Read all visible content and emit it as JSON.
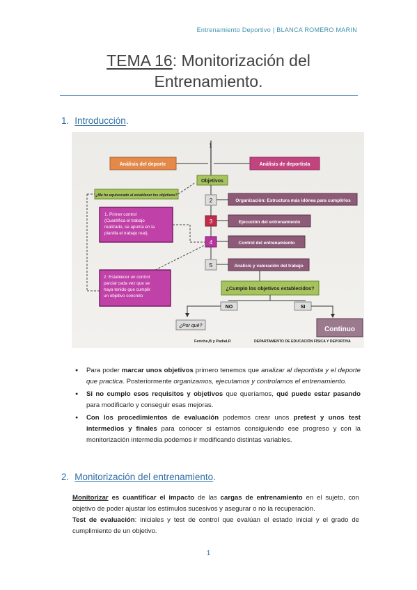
{
  "header": {
    "text": "Entrenamiento Deportivo | BLANCA ROMERO MARIN"
  },
  "title": {
    "part1": "TEMA 16",
    "part2": ": Monitorización del",
    "line2": "Entrenamiento."
  },
  "section1": {
    "number": "1.",
    "title": "Introducción",
    "dot": "."
  },
  "diagram": {
    "analisis_deporte": "Análisis del deporte",
    "analisis_deportista": "Análisis de deportista",
    "step1": "1",
    "objetivos": "Objetivos",
    "equivocado": "¿Me he equivocado al establecer los objetivos?",
    "step2": "2",
    "organizacion": "Organización: Estructura más idónea para cumplirlos",
    "step3": "3",
    "ejecucion": "Ejecución del entrenamiento",
    "step4": "4",
    "control": "Control del entrenamiento",
    "step5": "5",
    "analisis_trabajo": "Análisis y valoración del trabajo",
    "primer_control": [
      "1.    Primer    control",
      "(Cuantifica    el    trabajo",
      "realizado, se apunta en la",
      "planilla el trabajo real)."
    ],
    "establecer": [
      "2.  Establecer  un  control",
      "parcial  cada  vez  que  se",
      "haya   tenido   que   cumplir",
      "un objetivo concreto"
    ],
    "cumplo": "¿Cumplo los objetivos establecidos?",
    "no": "NO",
    "si": "SI",
    "por_que": "¿Por qué?",
    "continuo": "Continuo",
    "credit": "Feriche,B y Padial,P.",
    "department": "DEPARTAMENTO DE EDUCACIÓN FÍSICA Y DEPORTIVA"
  },
  "bullets": {
    "b1": {
      "t1": "Para poder ",
      "t2": "marcar unos objetivos",
      "t3": " primero tenemos que ",
      "t4": "analizar al deportista y el deporte que practica.",
      "t5": "  Posteriormente ",
      "t6": "organizamos, ejecutamos y controlamos el entrenamiento."
    },
    "b2": {
      "t1": "Si no cumplo esos requisitos y objetivos",
      "t2": " que queríamos, ",
      "t3": "qué puede estar pasando",
      "t4": " para modificarlo y conseguir esas mejoras."
    },
    "b3": {
      "t1": "Con los procedimientos de evaluación",
      "t2": " podemos crear unos ",
      "t3": "pretest y unos test intermedios y finales",
      "t4": " para conocer si estamos consiguiendo ese progreso y con la monitorización intermedia podemos ir modificando distintas variables."
    }
  },
  "section2": {
    "number": "2.",
    "title": "Monitorización del entrenamiento",
    "dot": "."
  },
  "para1": {
    "t1": "Monitorizar",
    "t2": " es cuantificar el impacto",
    "t3": " de las ",
    "t4": "cargas de entrenamiento",
    "t5": " en el sujeto, con objetivo de poder ajustar los estímulos sucesivos y asegurar o no la recuperación."
  },
  "para2": {
    "t1": "Test de evaluación",
    "t2": ": iniciales y test de control que evalúan el estado inicial y el grado de cumplimiento de un objetivo."
  },
  "page_number": "1"
}
